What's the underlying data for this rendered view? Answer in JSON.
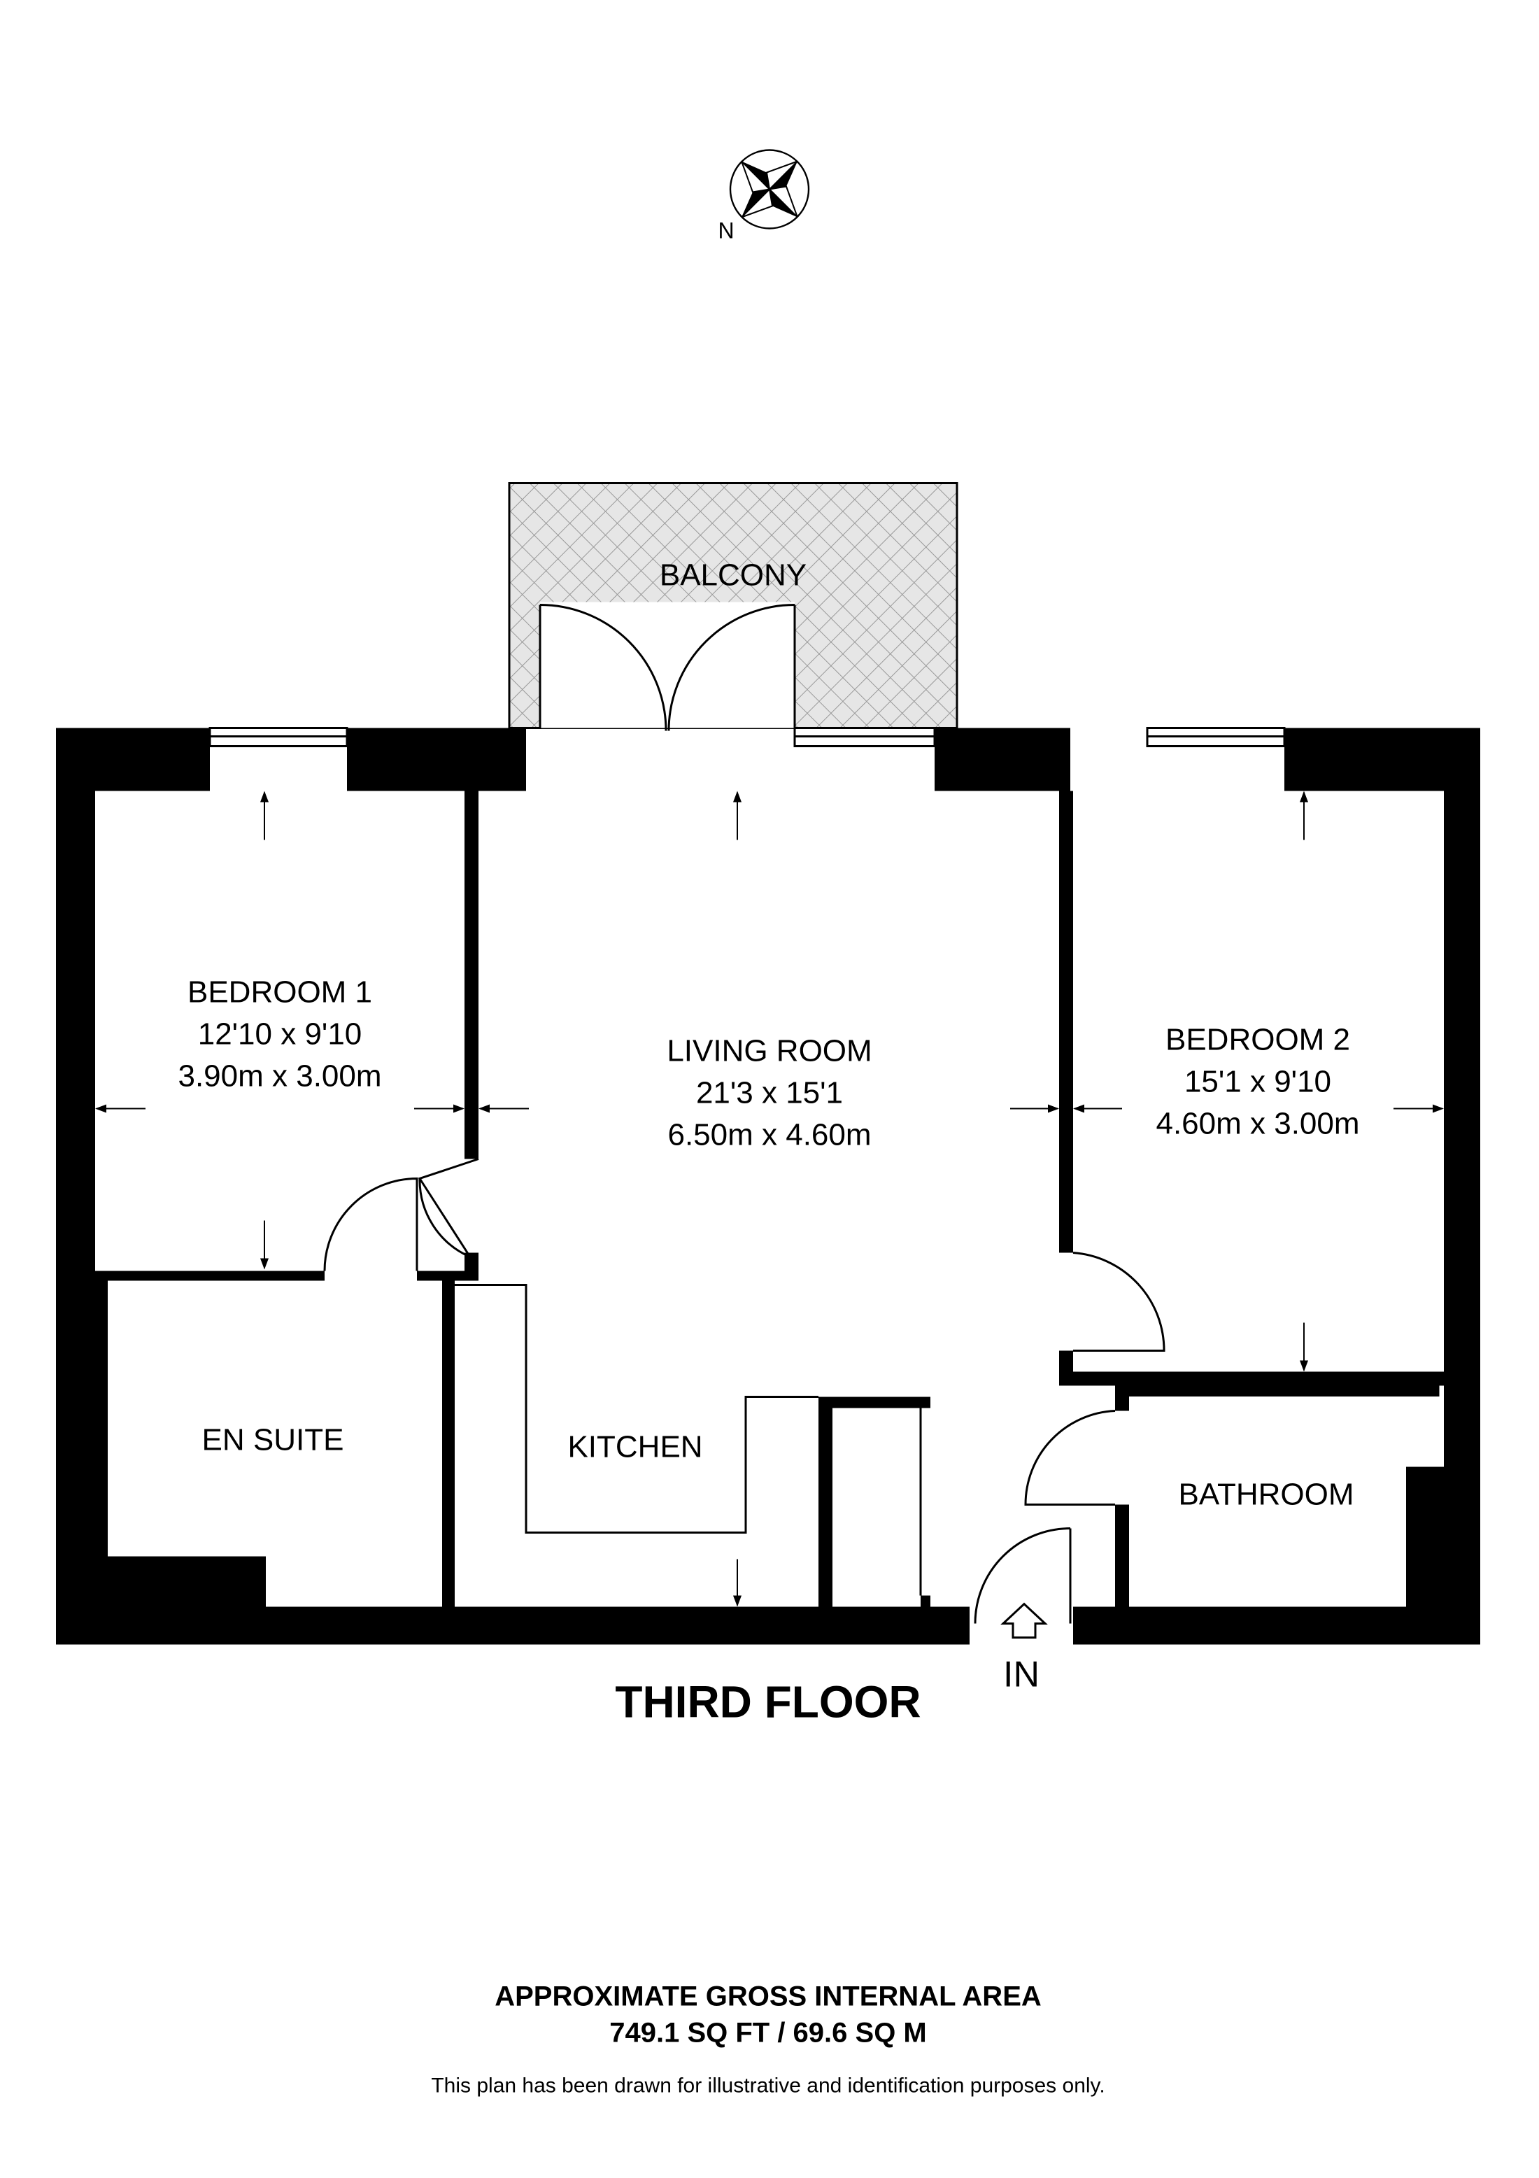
{
  "compass": {
    "north_label": "N"
  },
  "rooms": {
    "balcony": {
      "name": "BALCONY"
    },
    "bedroom1": {
      "name": "BEDROOM 1",
      "imperial": "12'10 x 9'10",
      "metric": "3.90m x 3.00m"
    },
    "living_room": {
      "name": "LIVING ROOM",
      "imperial": "21'3 x 15'1",
      "metric": "6.50m x 4.60m"
    },
    "bedroom2": {
      "name": "BEDROOM 2",
      "imperial": "15'1 x 9'10",
      "metric": "4.60m x 3.00m"
    },
    "en_suite": {
      "name": "EN SUITE"
    },
    "kitchen": {
      "name": "KITCHEN"
    },
    "bathroom": {
      "name": "BATHROOM"
    }
  },
  "entrance_label": "IN",
  "floor_title": "THIRD FLOOR",
  "area": {
    "heading": "APPROXIMATE GROSS INTERNAL AREA",
    "value": "749.1 SQ FT / 69.6 SQ M"
  },
  "disclaimer": "This plan has been drawn for illustrative and identification purposes only."
}
